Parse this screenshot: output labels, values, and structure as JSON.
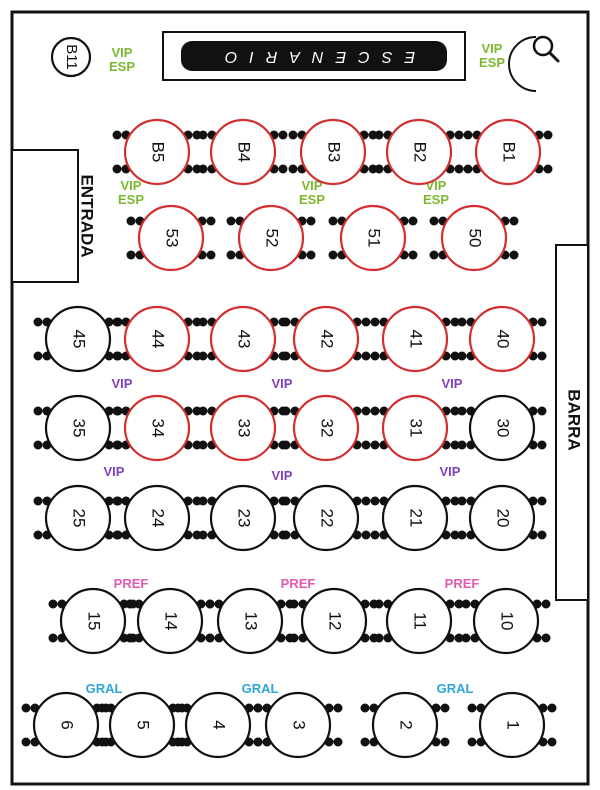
{
  "stage": {
    "label": "ESCENARIO",
    "entrance_label": "ENTRADA",
    "bar_label": "BARRA"
  },
  "colors": {
    "vip_table": "#d32f2f",
    "regular_table": "#111111",
    "vip_esp": "#7cb82f",
    "vip": "#7e3fbf",
    "pref": "#e05bb0",
    "gral": "#2ea7d8"
  },
  "icons": {
    "search": "search-icon"
  },
  "tables": [
    {
      "label": "B11",
      "style": "small"
    },
    {
      "label": "B5",
      "style": "vip"
    },
    {
      "label": "B4",
      "style": "vip"
    },
    {
      "label": "B3",
      "style": "vip"
    },
    {
      "label": "B2",
      "style": "vip"
    },
    {
      "label": "B1",
      "style": "vip"
    },
    {
      "label": "53",
      "style": "vip"
    },
    {
      "label": "52",
      "style": "vip"
    },
    {
      "label": "51",
      "style": "vip"
    },
    {
      "label": "50",
      "style": "vip"
    },
    {
      "label": "45",
      "style": "regular"
    },
    {
      "label": "44",
      "style": "vip"
    },
    {
      "label": "43",
      "style": "vip"
    },
    {
      "label": "42",
      "style": "vip"
    },
    {
      "label": "41",
      "style": "vip"
    },
    {
      "label": "40",
      "style": "vip"
    },
    {
      "label": "35",
      "style": "regular"
    },
    {
      "label": "34",
      "style": "vip"
    },
    {
      "label": "33",
      "style": "vip"
    },
    {
      "label": "32",
      "style": "vip"
    },
    {
      "label": "31",
      "style": "vip"
    },
    {
      "label": "30",
      "style": "regular"
    },
    {
      "label": "25",
      "style": "regular"
    },
    {
      "label": "24",
      "style": "regular"
    },
    {
      "label": "23",
      "style": "regular"
    },
    {
      "label": "22",
      "style": "regular"
    },
    {
      "label": "21",
      "style": "regular"
    },
    {
      "label": "20",
      "style": "regular"
    },
    {
      "label": "15",
      "style": "regular"
    },
    {
      "label": "14",
      "style": "regular"
    },
    {
      "label": "13",
      "style": "regular"
    },
    {
      "label": "12",
      "style": "regular"
    },
    {
      "label": "11",
      "style": "regular"
    },
    {
      "label": "10",
      "style": "regular"
    },
    {
      "label": "6",
      "style": "regular"
    },
    {
      "label": "5",
      "style": "regular"
    },
    {
      "label": "4",
      "style": "regular"
    },
    {
      "label": "3",
      "style": "regular"
    },
    {
      "label": "2",
      "style": "regular"
    },
    {
      "label": "1",
      "style": "regular"
    }
  ],
  "zone_labels": [
    {
      "lines": [
        "VIP",
        "ESP"
      ],
      "zone": "vip_esp"
    },
    {
      "lines": [
        "VIP",
        "ESP"
      ],
      "zone": "vip_esp"
    },
    {
      "lines": [
        "VIP",
        "ESP"
      ],
      "zone": "vip_esp"
    },
    {
      "lines": [
        "VIP",
        "ESP"
      ],
      "zone": "vip_esp"
    },
    {
      "lines": [
        "VIP",
        "ESP"
      ],
      "zone": "vip_esp"
    },
    {
      "lines": [
        "VIP"
      ],
      "zone": "vip"
    },
    {
      "lines": [
        "VIP"
      ],
      "zone": "vip"
    },
    {
      "lines": [
        "VIP"
      ],
      "zone": "vip"
    },
    {
      "lines": [
        "VIP"
      ],
      "zone": "vip"
    },
    {
      "lines": [
        "VIP"
      ],
      "zone": "vip"
    },
    {
      "lines": [
        "VIP"
      ],
      "zone": "vip"
    },
    {
      "lines": [
        "PREF"
      ],
      "zone": "pref"
    },
    {
      "lines": [
        "PREF"
      ],
      "zone": "pref"
    },
    {
      "lines": [
        "PREF"
      ],
      "zone": "pref"
    },
    {
      "lines": [
        "GRAL"
      ],
      "zone": "gral"
    },
    {
      "lines": [
        "GRAL"
      ],
      "zone": "gral"
    },
    {
      "lines": [
        "GRAL"
      ],
      "zone": "gral"
    }
  ]
}
